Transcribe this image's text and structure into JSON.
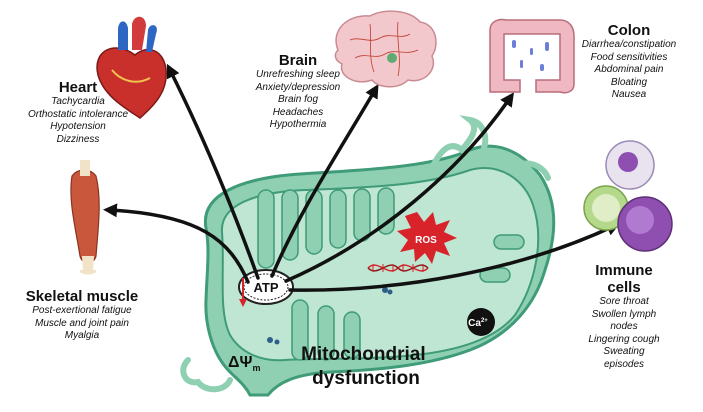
{
  "center": {
    "title_line1": "Mitochondrial",
    "title_line2": "dysfunction",
    "atp": "ATP",
    "ros": "ROS",
    "calcium": "Ca",
    "calcium_sup": "2+",
    "membrane_potential": "ΔΨ",
    "membrane_potential_sub": "m"
  },
  "organs": {
    "heart": {
      "title": "Heart",
      "symptoms": [
        "Tachycardia",
        "Orthostatic intolerance",
        "Hypotension",
        "Dizziness"
      ]
    },
    "brain": {
      "title": "Brain",
      "symptoms": [
        "Unrefreshing sleep",
        "Anxiety/depression",
        "Brain fog",
        "Headaches",
        "Hypothermia"
      ]
    },
    "colon": {
      "title": "Colon",
      "symptoms": [
        "Diarrhea/constipation",
        "Food sensitivities",
        "Abdominal pain",
        "Bloating",
        "Nausea"
      ]
    },
    "skeletal_muscle": {
      "title": "Skeletal muscle",
      "symptoms": [
        "Post-exertional fatigue",
        "Muscle and joint pain",
        "Myalgia"
      ]
    },
    "immune_cells": {
      "title": "Immune cells",
      "symptoms": [
        "Sore throat",
        "Swollen lymph nodes",
        "Lingering cough",
        "Sweating episodes"
      ]
    }
  },
  "colors": {
    "mito_fill": "#8fd0b2",
    "mito_outline": "#3f9b78",
    "mito_inner": "#bfe6d3",
    "arrow": "#111111",
    "ros": "#d8232a",
    "heart": "#c9302c",
    "muscle": "#c9573b",
    "immune_green": "#b5d98a",
    "immune_purple": "#8f4fb0"
  }
}
